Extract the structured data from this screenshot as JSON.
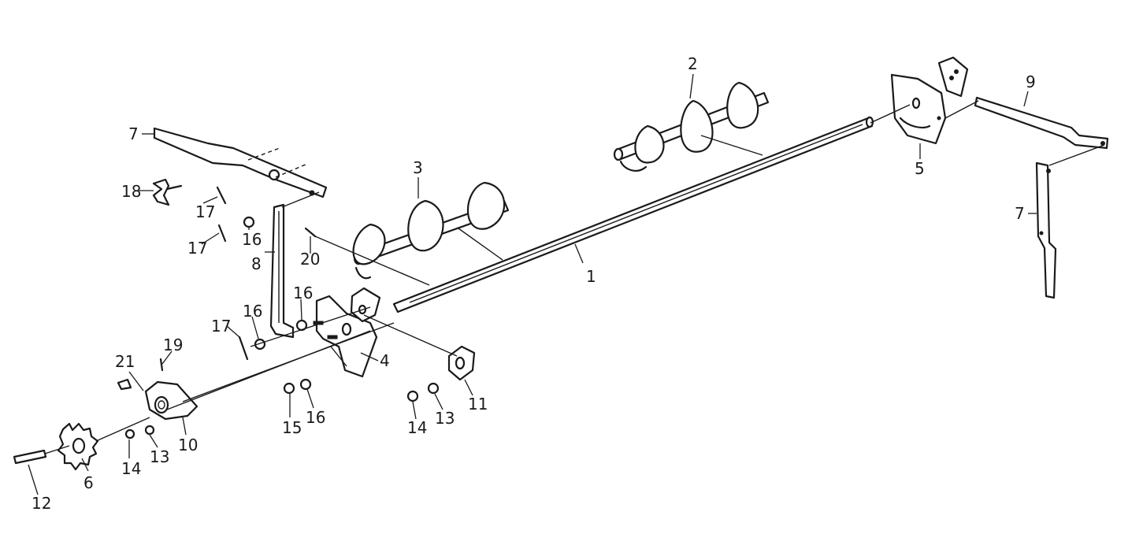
{
  "callouts": {
    "c1": "1",
    "c2": "2",
    "c3": "3",
    "c4": "4",
    "c5": "5",
    "c6": "6",
    "c7a": "7",
    "c7b": "7",
    "c8": "8",
    "c9": "9",
    "c10": "10",
    "c11": "11",
    "c12": "12",
    "c13a": "13",
    "c13b": "13",
    "c14a": "14",
    "c14b": "14",
    "c15": "15",
    "c16a": "16",
    "c16b": "16",
    "c16c": "16",
    "c16d": "16",
    "c17a": "17",
    "c17b": "17",
    "c17c": "17",
    "c18": "18",
    "c19": "19",
    "c20": "20",
    "c21": "21"
  }
}
